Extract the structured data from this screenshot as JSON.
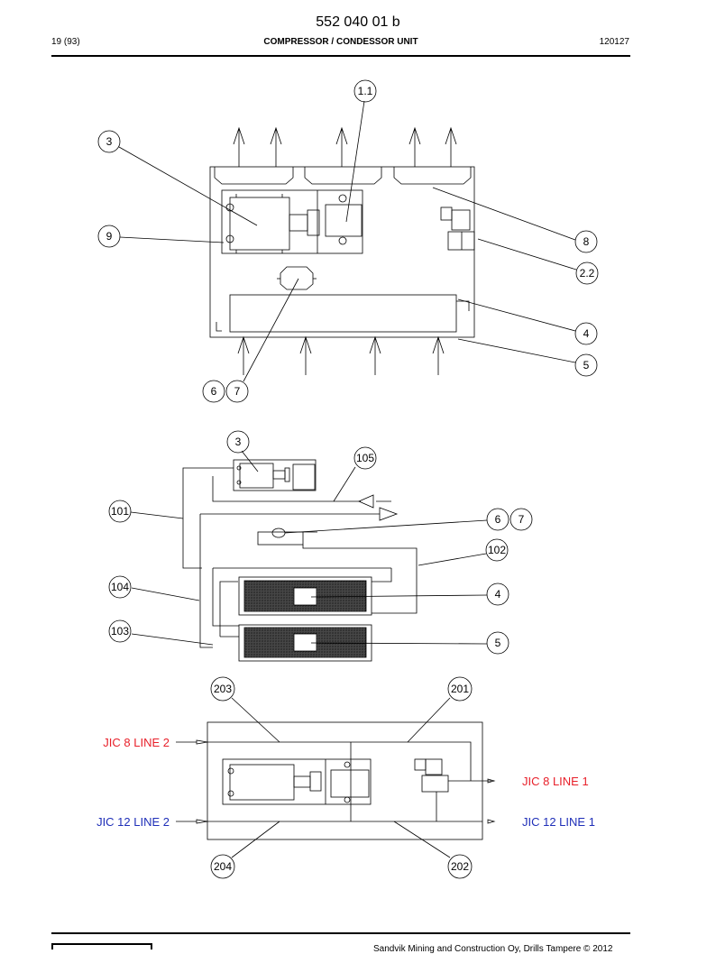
{
  "header": {
    "doc_number": "552 040 01 b",
    "page": "19 (93)",
    "title": "COMPRESSOR / CONDESSOR UNIT",
    "date_code": "120127"
  },
  "callouts_top": [
    "1.1",
    "3",
    "9",
    "8",
    "2.2",
    "4",
    "5",
    "6",
    "7"
  ],
  "callouts_middle": [
    "3",
    "105",
    "101",
    "6",
    "7",
    "102",
    "104",
    "4",
    "103",
    "5"
  ],
  "callouts_bottom": [
    "203",
    "201",
    "204",
    "202"
  ],
  "connections": {
    "jic8_line2": "JIC 8 LINE 2",
    "jic8_line1": "JIC 8 LINE 1",
    "jic12_line2": "JIC 12 LINE 2",
    "jic12_line1": "JIC 12 LINE 1"
  },
  "colors": {
    "line_red": "#e8202a",
    "line_blue": "#1f2fb8"
  },
  "footer": {
    "copyright": "Sandvik Mining and Construction Oy, Drills Tampere © 2012"
  }
}
